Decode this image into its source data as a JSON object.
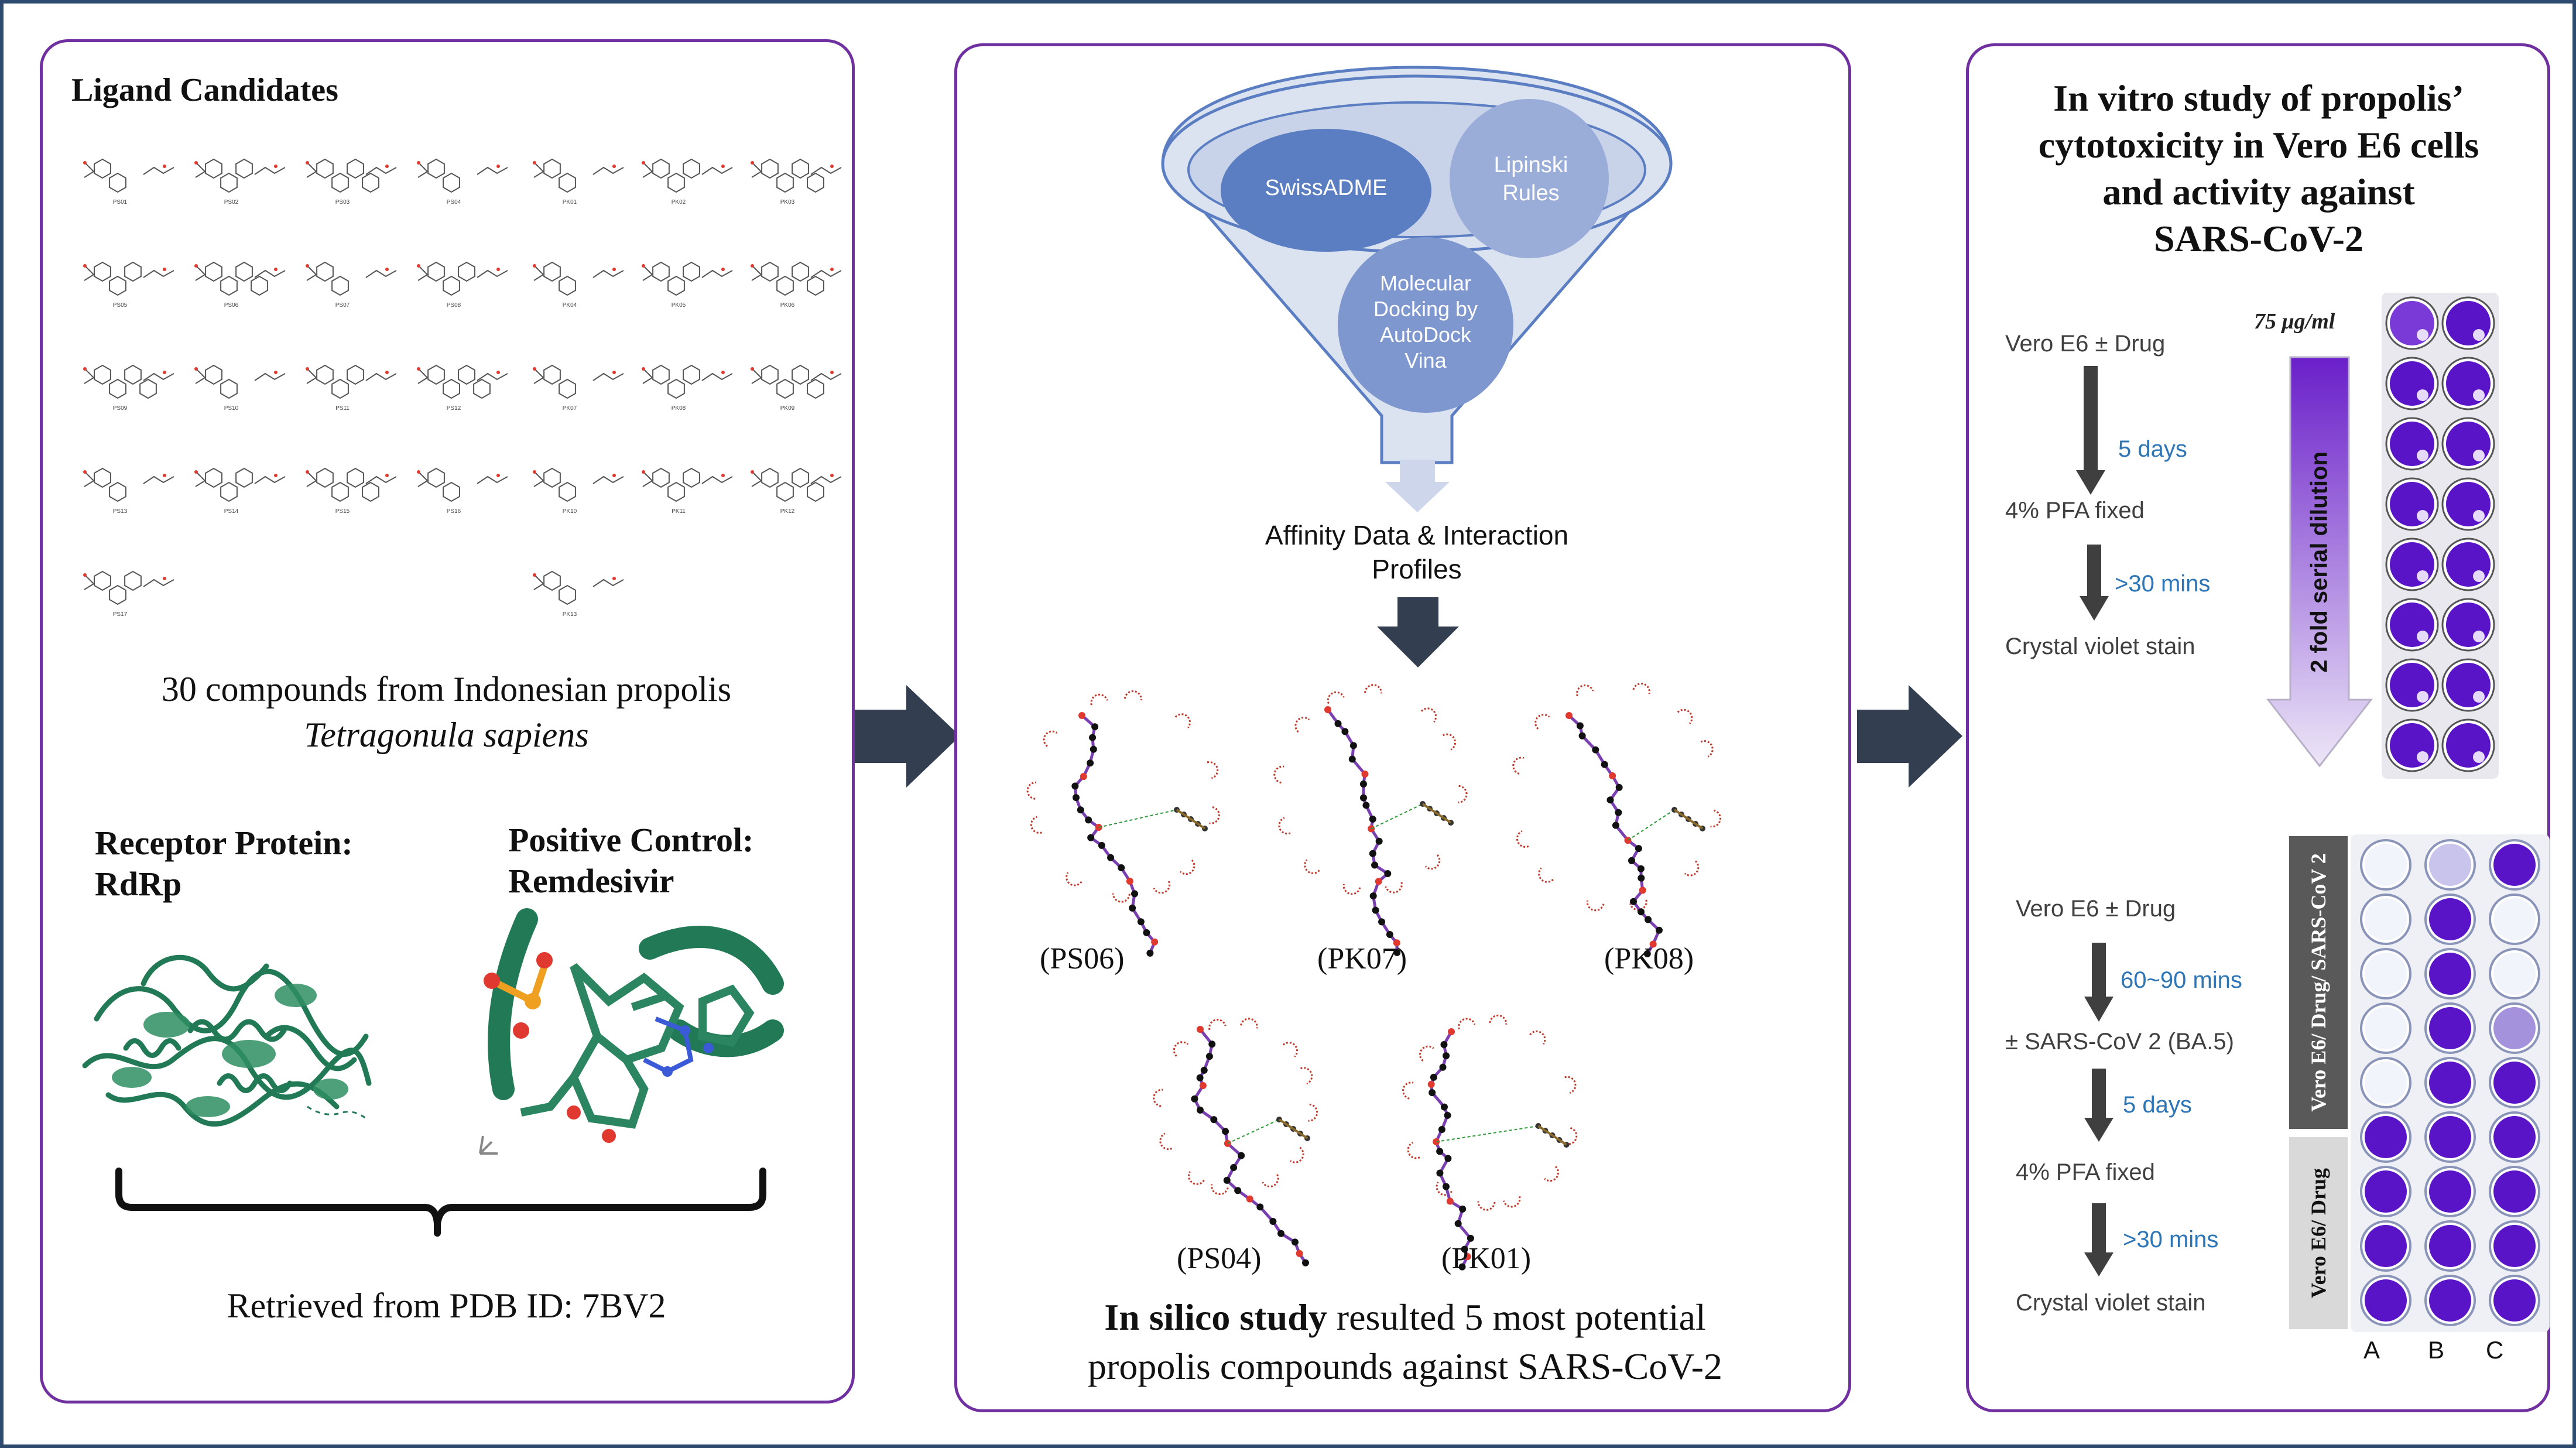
{
  "panel1": {
    "heading": "Ligand Candidates",
    "compounds_line1": "30 compounds from Indonesian propolis",
    "compounds_line2": "Tetragonula sapiens",
    "receptor_line1": "Receptor Protein:",
    "receptor_line2": "RdRp",
    "control_line1": "Positive Control:",
    "control_line2": "Remdesivir",
    "retrieved": "Retrieved from PDB ID: 7BV2",
    "ps_labels": [
      "PS01",
      "PS02",
      "PS03",
      "PS04",
      "PS05",
      "PS06",
      "PS07",
      "PS08",
      "PS09",
      "PS10",
      "PS11",
      "PS12",
      "PS13",
      "PS14",
      "PS15",
      "PS16",
      "PS17"
    ],
    "pk_labels": [
      "PK01",
      "PK02",
      "PK03",
      "PK04",
      "PK05",
      "PK06",
      "PK07",
      "PK08",
      "PK09",
      "PK10",
      "PK11",
      "PK12",
      "PK13"
    ]
  },
  "panel2": {
    "funnel_top": "SwissADME",
    "funnel_right_line1": "Lipinski",
    "funnel_right_line2": "Rules",
    "funnel_bottom_line1": "Molecular",
    "funnel_bottom_line2": "Docking by",
    "funnel_bottom_line3": "AutoDock",
    "funnel_bottom_line4": "Vina",
    "affinity_line1": "Affinity Data & Interaction",
    "affinity_line2": "Profiles",
    "results": [
      "(PS06)",
      "(PK07)",
      "(PK08)",
      "(PS04)",
      "(PK01)"
    ],
    "conclusion_bold": "In silico study",
    "conclusion_rest": " resulted 5 most potential",
    "conclusion_line2": "propolis compounds against SARS-CoV-2"
  },
  "panel3": {
    "title_line1": "In vitro study of propolis’",
    "title_line2": "cytotoxicity in Vero E6 cells",
    "title_line3": "and  activity against",
    "title_line4": "SARS-CoV-2",
    "concentration": "75 μg/ml",
    "dilution_label": "2 fold serial dilution",
    "cyto_steps": [
      "Vero E6 ± Drug",
      "4% PFA fixed",
      "Crystal violet stain"
    ],
    "cyto_times": [
      "5 days",
      ">30 mins"
    ],
    "antiviral_steps": [
      "Vero E6 ± Drug",
      "± SARS-CoV 2 (BA.5)",
      "4% PFA fixed",
      "Crystal violet stain"
    ],
    "antiviral_times": [
      "60~90 mins",
      "5 days",
      ">30 mins"
    ],
    "plate_label_top": "Vero E6/ Drug/ SARS-CoV 2",
    "plate_label_bottom": "Vero E6/ Drug",
    "columns": [
      "A",
      "B",
      "C"
    ]
  },
  "colors": {
    "panel_border": "#7030a0",
    "outer_border": "#2f4a6f",
    "arrow": "#333f50",
    "funnel_fill": "#dbe3f1",
    "funnel_blue": "#5b7ec2",
    "protein_green": "#217a55",
    "well_purple": "#5a14c8",
    "time_blue": "#2e75b6"
  }
}
